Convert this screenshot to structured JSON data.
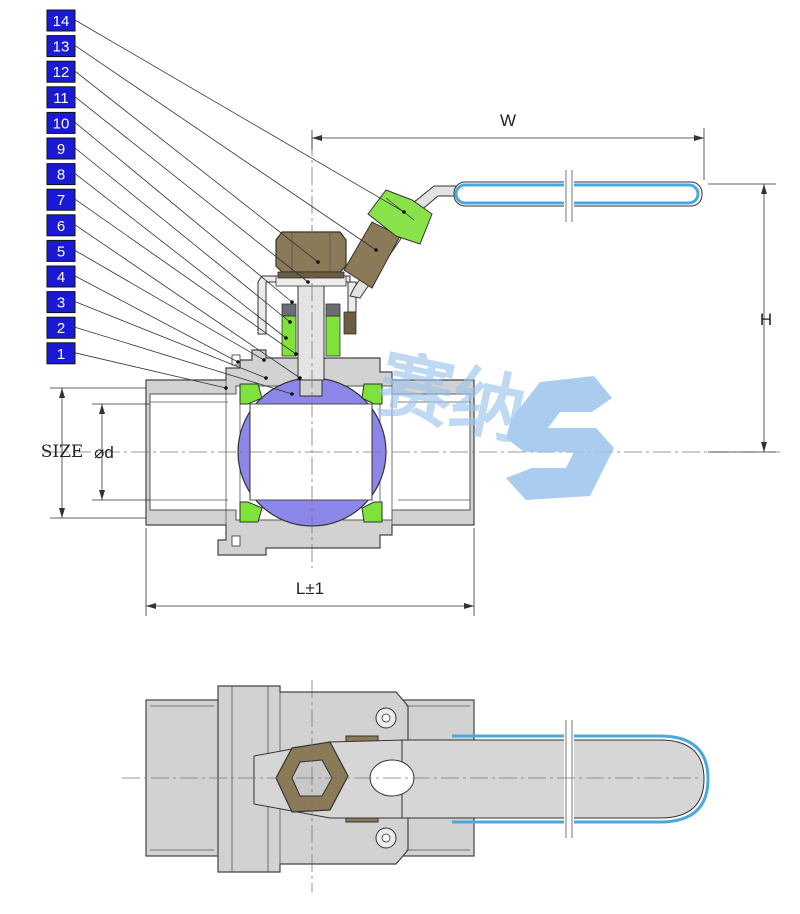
{
  "part_numbers": [
    "14",
    "13",
    "12",
    "11",
    "10",
    "9",
    "8",
    "7",
    "6",
    "5",
    "4",
    "3",
    "2",
    "1"
  ],
  "dimensions": {
    "width": "W",
    "height": "H",
    "size": "SIZE",
    "bore": "⌀d",
    "length": "L±1"
  },
  "watermark": {
    "text": "赛纳"
  },
  "colors": {
    "body": "#d2d2d2",
    "ball": "#8c86e8",
    "seat": "#7ee23a",
    "handle_sleeve": "#4aa8dc",
    "nut": "#8a7a58",
    "label_bg": "#1a1ad6",
    "watermark": "#9cc4ec"
  }
}
